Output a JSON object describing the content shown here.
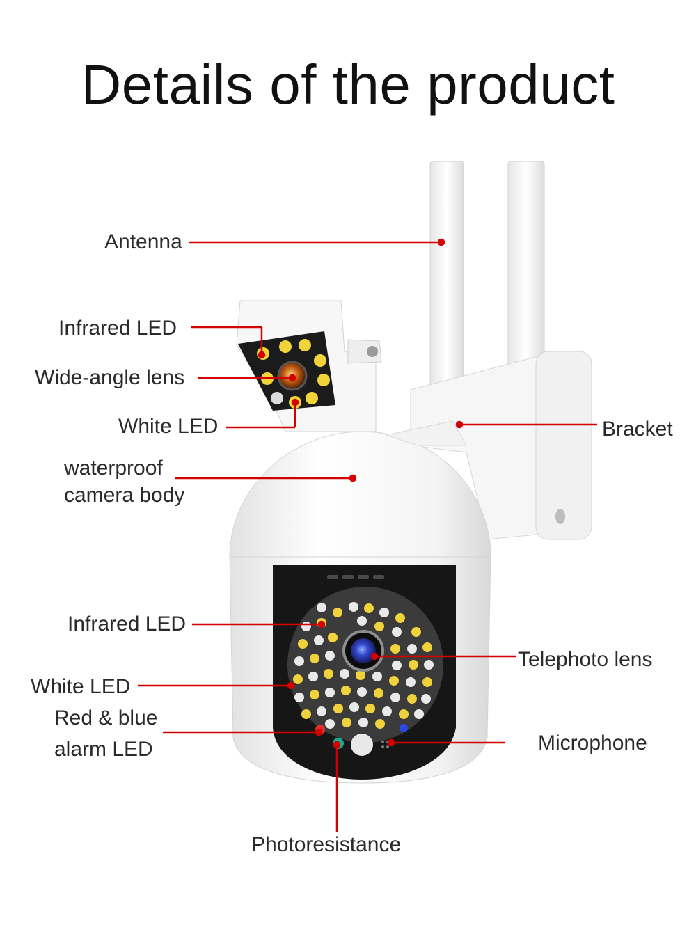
{
  "title": "Details of the product",
  "labels": {
    "antenna": "Antenna",
    "infrared_led_top": "Infrared LED",
    "wide_angle_lens": "Wide-angle lens",
    "white_led_top": "White LED",
    "waterproof_line1": "waterproof",
    "waterproof_line2": "camera body",
    "bracket": "Bracket",
    "infrared_led_bottom": "Infrared LED",
    "telephoto_lens": "Telephoto lens",
    "white_led_bottom": "White LED",
    "alarm_line1": "Red & blue",
    "alarm_line2": "alarm LED",
    "microphone": "Microphone",
    "photoresistance": "Photoresistance"
  },
  "colors": {
    "leader_line": "#d40000",
    "housing": "#f4f4f4",
    "face": "#1a1a1a",
    "lens_blue": "#2d3fb8",
    "led_yellow": "#e8c400"
  }
}
